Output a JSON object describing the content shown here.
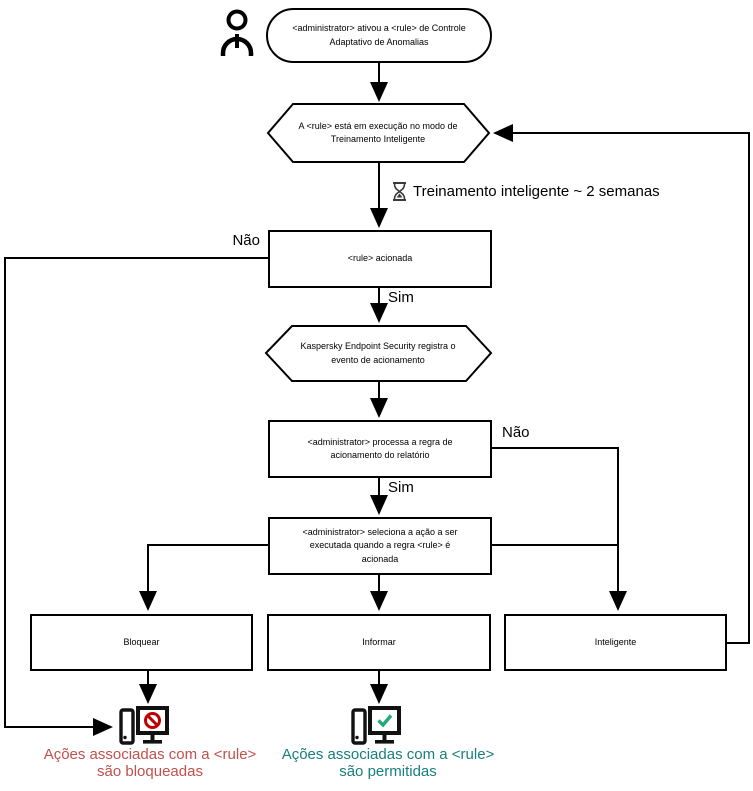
{
  "title": "Adaptive Anomaly Control rule flowchart",
  "colors": {
    "line": "#000000",
    "node_border": "#000000",
    "blocked_text": "#c1514d",
    "allowed_text": "#177f7d",
    "prohibition_icon": "#c00000",
    "check_icon": "#1fa97c"
  },
  "icons": {
    "person": "user-outline-figure",
    "hourglass": "⌛",
    "prohibition": "🚫",
    "check": "✓",
    "computer": "tower-and-monitor"
  },
  "nodes": {
    "start": {
      "shape": "stadium",
      "lines": [
        "<administrator> ativou a <rule> de Controle",
        "Adaptativo de Anomalias"
      ]
    },
    "training_mode": {
      "shape": "hexagon",
      "lines": [
        "A <rule> está em execução no modo de",
        "Treinamento Inteligente"
      ]
    },
    "rule_triggered": {
      "shape": "rect",
      "lines": [
        "<rule> acionada"
      ]
    },
    "kes_registers": {
      "shape": "hexagon",
      "lines": [
        "Kaspersky Endpoint Security registra o",
        "evento de acionamento"
      ]
    },
    "admin_processes": {
      "shape": "rect",
      "lines": [
        "<administrator> processa a regra de",
        "acionamento do relatório"
      ]
    },
    "admin_selects": {
      "shape": "rect",
      "lines": [
        "<administrator> seleciona a ação a ser",
        "executada quando a regra <rule> é",
        "acionada"
      ]
    },
    "block": {
      "shape": "rect",
      "label": "Bloquear"
    },
    "inform": {
      "shape": "rect",
      "label": "Informar"
    },
    "smart": {
      "shape": "rect",
      "label": "Inteligente"
    }
  },
  "labels": {
    "rule_triggered_no": "Não",
    "rule_triggered_yes": "Sim",
    "admin_processes_no": "Não",
    "admin_processes_yes": "Sim",
    "training_duration": "Treinamento inteligente ~ 2 semanas"
  },
  "outcomes": {
    "blocked": {
      "lines": [
        "Ações associadas com a <rule>",
        "são bloqueadas"
      ]
    },
    "allowed": {
      "lines": [
        "Ações associadas com a <rule>",
        "são permitidas"
      ]
    }
  }
}
